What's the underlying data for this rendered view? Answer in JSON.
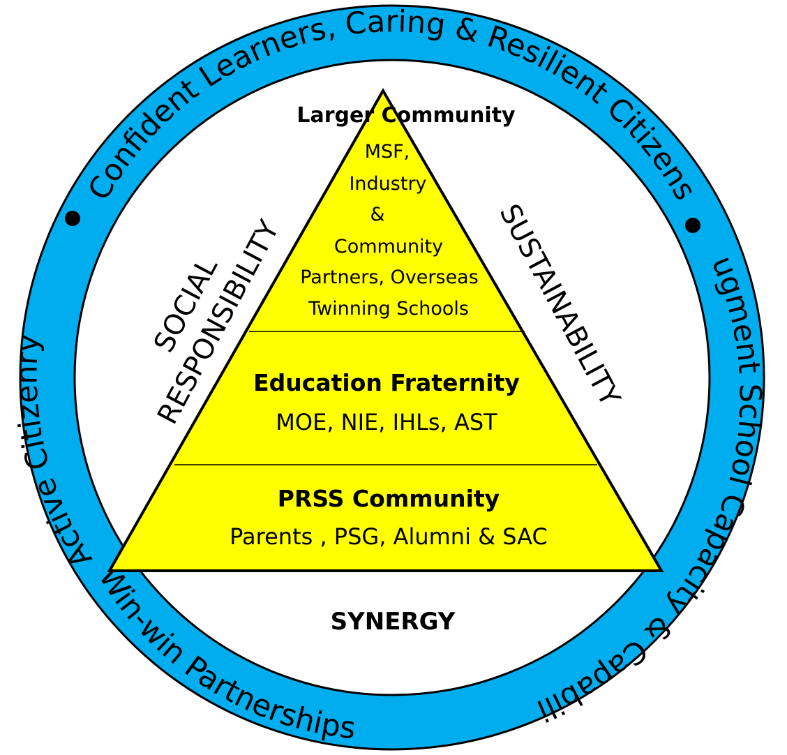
{
  "colors": {
    "ring": "#00aeef",
    "triangle": "#ffff00",
    "outline": "#000000"
  },
  "ring": {
    "top": "Confident Learners,  Caring & Resilient Citizens",
    "left": "Active Citizenry",
    "bottom": "Win-win Partnerships",
    "right": "Augment School Capacity & Capability"
  },
  "sides": {
    "left_line1": "SOCIAL",
    "left_line2": "RESPONSIBILITY",
    "right": "SUSTAINABILITY"
  },
  "pyramid": {
    "top": {
      "title": "Larger  Community",
      "lines": [
        "MSF,",
        "Industry",
        "&",
        "Community",
        "Partners, Overseas",
        "Twinning Schools"
      ]
    },
    "middle": {
      "title": "Education Fraternity",
      "body": "MOE, NIE, IHLs, AST"
    },
    "bottom": {
      "title": "PRSS Community",
      "body": "Parents , PSG, Alumni & SAC"
    }
  },
  "footer": "SYNERGY"
}
